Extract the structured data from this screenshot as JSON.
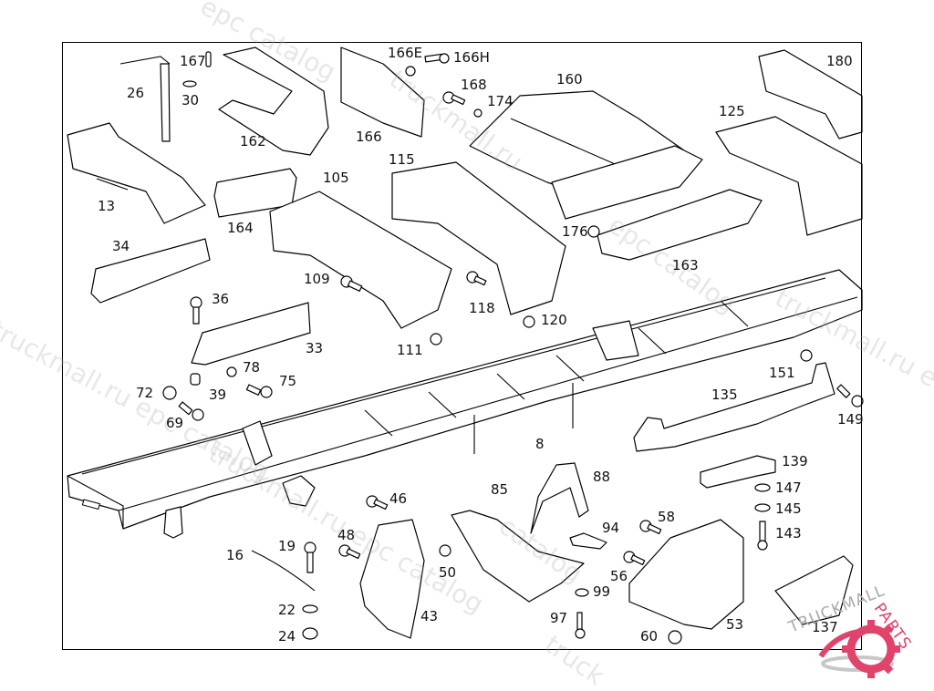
{
  "diagram": {
    "type": "exploded-parts-diagram",
    "subject": "truck chassis frame and crossmembers",
    "callouts": [
      {
        "id": "c26",
        "label": "26"
      },
      {
        "id": "c167",
        "label": "167"
      },
      {
        "id": "c30",
        "label": "30"
      },
      {
        "id": "c162",
        "label": "162"
      },
      {
        "id": "c166E",
        "label": "166E"
      },
      {
        "id": "c166H",
        "label": "166H"
      },
      {
        "id": "c166",
        "label": "166"
      },
      {
        "id": "c168",
        "label": "168"
      },
      {
        "id": "c174",
        "label": "174"
      },
      {
        "id": "c160",
        "label": "160"
      },
      {
        "id": "c180",
        "label": "180"
      },
      {
        "id": "c125",
        "label": "125"
      },
      {
        "id": "c13",
        "label": "13"
      },
      {
        "id": "c164",
        "label": "164"
      },
      {
        "id": "c105",
        "label": "105"
      },
      {
        "id": "c115",
        "label": "115"
      },
      {
        "id": "c176",
        "label": "176"
      },
      {
        "id": "c163",
        "label": "163"
      },
      {
        "id": "c34",
        "label": "34"
      },
      {
        "id": "c109",
        "label": "109"
      },
      {
        "id": "c118",
        "label": "118"
      },
      {
        "id": "c36",
        "label": "36"
      },
      {
        "id": "c120",
        "label": "120"
      },
      {
        "id": "c33",
        "label": "33"
      },
      {
        "id": "c111",
        "label": "111"
      },
      {
        "id": "c78",
        "label": "78"
      },
      {
        "id": "c72",
        "label": "72"
      },
      {
        "id": "c39",
        "label": "39"
      },
      {
        "id": "c75",
        "label": "75"
      },
      {
        "id": "c69",
        "label": "69"
      },
      {
        "id": "c151",
        "label": "151"
      },
      {
        "id": "c135",
        "label": "135"
      },
      {
        "id": "c149",
        "label": "149"
      },
      {
        "id": "c8",
        "label": "8"
      },
      {
        "id": "c139",
        "label": "139"
      },
      {
        "id": "c147",
        "label": "147"
      },
      {
        "id": "c145",
        "label": "145"
      },
      {
        "id": "c143",
        "label": "143"
      },
      {
        "id": "c88",
        "label": "88"
      },
      {
        "id": "c85",
        "label": "85"
      },
      {
        "id": "c46",
        "label": "46"
      },
      {
        "id": "c94",
        "label": "94"
      },
      {
        "id": "c58",
        "label": "58"
      },
      {
        "id": "c48",
        "label": "48"
      },
      {
        "id": "c19",
        "label": "19"
      },
      {
        "id": "c16",
        "label": "16"
      },
      {
        "id": "c50",
        "label": "50"
      },
      {
        "id": "c56",
        "label": "56"
      },
      {
        "id": "c99",
        "label": "99"
      },
      {
        "id": "c22",
        "label": "22"
      },
      {
        "id": "c43",
        "label": "43"
      },
      {
        "id": "c97",
        "label": "97"
      },
      {
        "id": "c53",
        "label": "53"
      },
      {
        "id": "c24",
        "label": "24"
      },
      {
        "id": "c60",
        "label": "60"
      },
      {
        "id": "c137",
        "label": "137"
      }
    ]
  },
  "watermarks": [
    "epc catalog",
    "truckmall.ru",
    "truckmall.ru epc catalog",
    "epc catalog",
    "truckmall.ru e",
    "catalog",
    "truckmall.ru epc catalog",
    "truck"
  ],
  "logo": {
    "text_primary": "TRUCKMALL",
    "text_accent": "PARTS",
    "accent_color": "#e0446a",
    "gray_color": "#a8a8a8"
  }
}
